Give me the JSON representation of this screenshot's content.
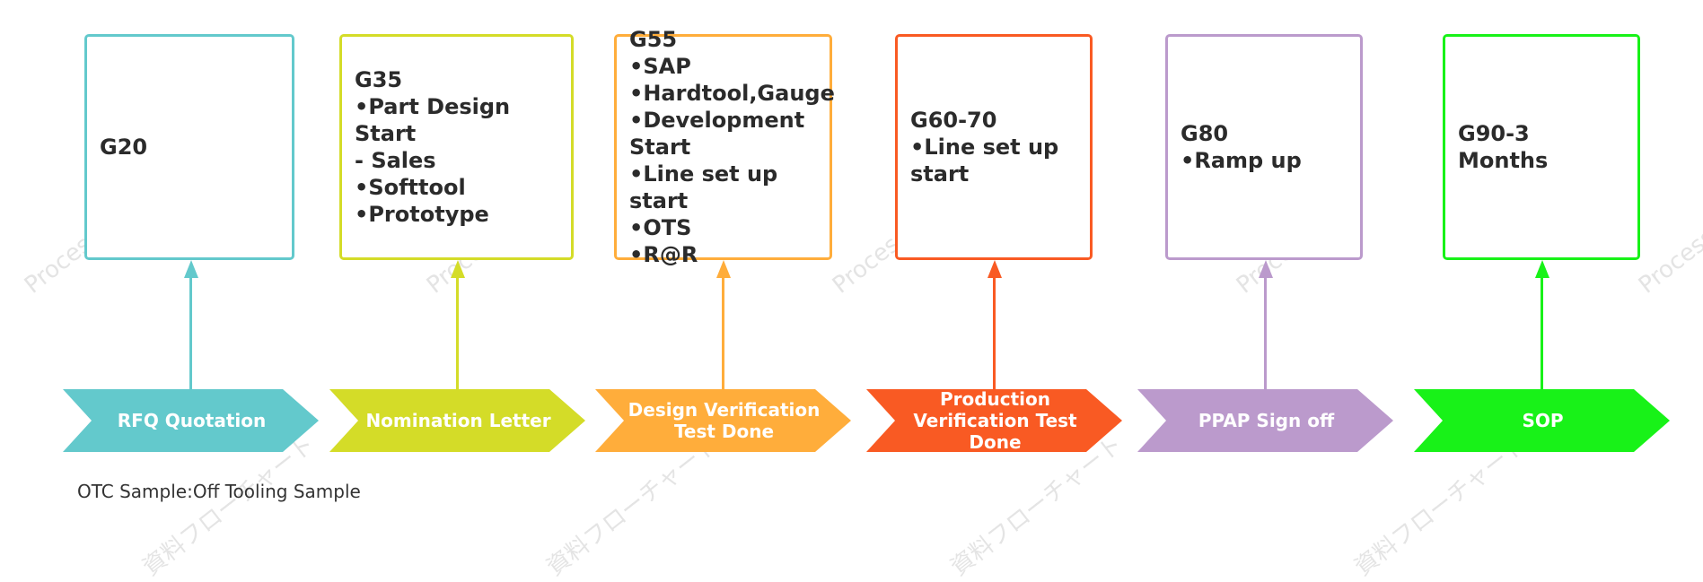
{
  "stages": [
    {
      "lines": [
        "G20"
      ],
      "label": "RFQ Quotation",
      "color": "#63c9cc"
    },
    {
      "lines": [
        "G35",
        "•Part Design Start",
        "- Sales",
        "•Softtool",
        "•Prototype"
      ],
      "label": "Nomination Letter",
      "color": "#d4dc28"
    },
    {
      "lines": [
        "G55",
        "•SAP",
        "•Hardtool,Gauge",
        "•Development",
        "Start",
        "•Line set up start",
        "•OTS",
        "•R@R"
      ],
      "label": "Design Verification Test Done",
      "color": "#ffad3b"
    },
    {
      "lines": [
        "G60-70",
        "•Line set up",
        "start"
      ],
      "label": "Production Verification Test Done",
      "color": "#f95a23"
    },
    {
      "lines": [
        "G80",
        "•Ramp up"
      ],
      "label": "PPAP Sign off",
      "color": "#bb9acc"
    },
    {
      "lines": [
        "G90-3 Months"
      ],
      "label": "SOP",
      "color": "#18f218"
    }
  ],
  "note": "OTC Sample:Off Tooling Sample",
  "watermark": {
    "text_left": "Process",
    "text_jp": "資料フローチャート"
  }
}
